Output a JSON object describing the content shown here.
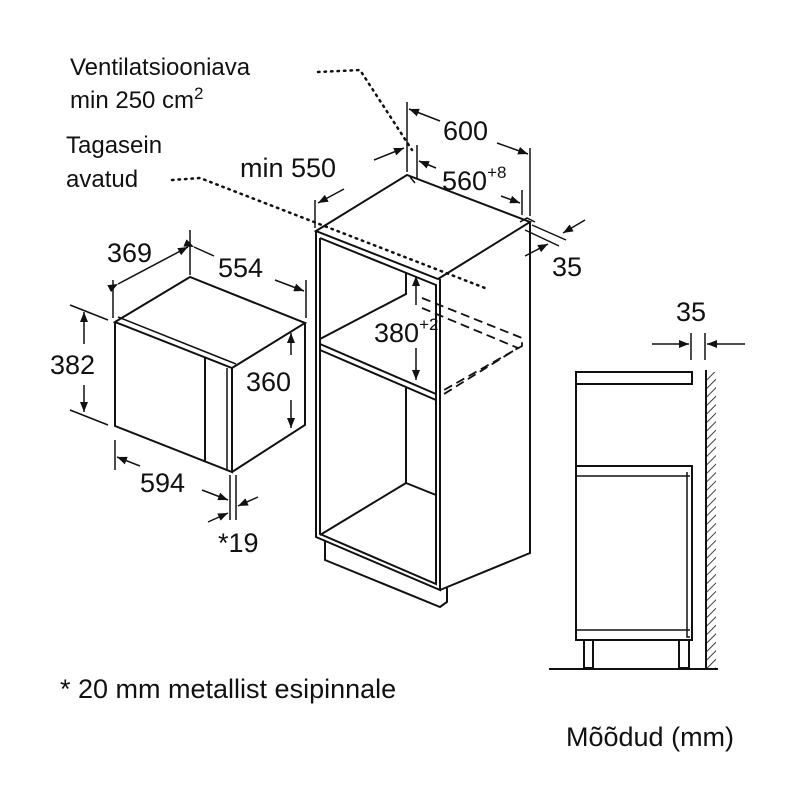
{
  "labels": {
    "ventilation_line1": "Ventilatsiooniava",
    "ventilation_line2": "min 250 cm",
    "ventilation_sup": "2",
    "back_wall_line1": "Tagasein",
    "back_wall_line2": "avatud",
    "footnote": "* 20 mm metallist esipinnale",
    "units": "Mõõdud (mm)"
  },
  "dimensions": {
    "appliance_depth": "369",
    "appliance_width_back": "554",
    "appliance_height": "382",
    "appliance_side_height": "360",
    "appliance_width": "594",
    "front_panel": "*19",
    "cabinet_min_depth": "min 550",
    "cabinet_width": "600",
    "niche_width": "560",
    "niche_width_tol": "+8",
    "niche_height": "380",
    "niche_height_tol": "+2",
    "back_gap": "35",
    "side_gap": "35"
  }
}
